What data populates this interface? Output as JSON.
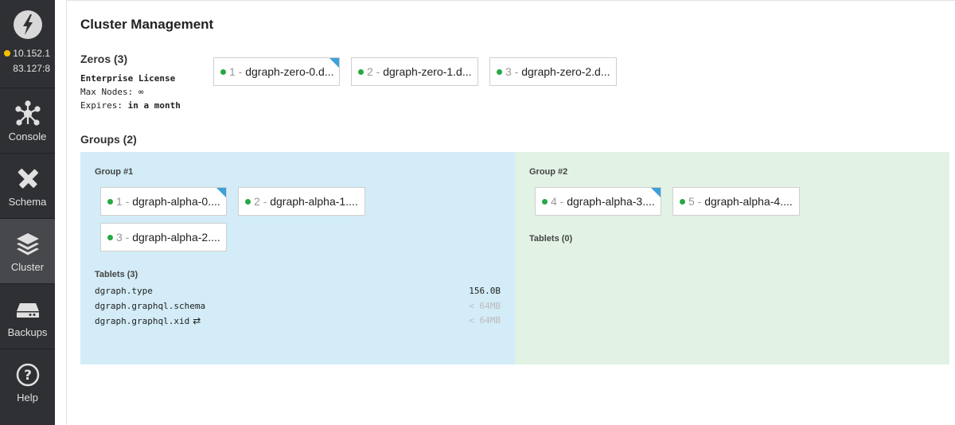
{
  "sidebar": {
    "server_line1": "10.152.1",
    "server_line2": "83.127:8",
    "status_color": "#f5c000",
    "items": [
      {
        "label": "Console",
        "icon": "network-icon"
      },
      {
        "label": "Schema",
        "icon": "pencil-ruler-icon"
      },
      {
        "label": "Cluster",
        "icon": "layers-icon"
      },
      {
        "label": "Backups",
        "icon": "drive-icon"
      },
      {
        "label": "Help",
        "icon": "help-icon"
      }
    ]
  },
  "page": {
    "title": "Cluster Management"
  },
  "zeros": {
    "title": "Zeros (3)",
    "license_title": "Enterprise License",
    "max_nodes_label": "Max Nodes:",
    "max_nodes_value": "∞",
    "expires_label": "Expires:",
    "expires_value": "in a month",
    "nodes": [
      {
        "num": "1 -",
        "name": "dgraph-zero-0.d...",
        "leader": true
      },
      {
        "num": "2 -",
        "name": "dgraph-zero-1.d...",
        "leader": false
      },
      {
        "num": "3 -",
        "name": "dgraph-zero-2.d...",
        "leader": false
      }
    ]
  },
  "groups": {
    "title": "Groups (2)",
    "items": [
      {
        "title": "Group #1",
        "color": "#d3ecf7",
        "nodes": [
          {
            "num": "1 -",
            "name": "dgraph-alpha-0....",
            "leader": true
          },
          {
            "num": "2 -",
            "name": "dgraph-alpha-1....",
            "leader": false
          },
          {
            "num": "3 -",
            "name": "dgraph-alpha-2....",
            "leader": false
          }
        ],
        "tablets_title": "Tablets (3)",
        "tablets": [
          {
            "name": "dgraph.type",
            "size": "156.0B"
          },
          {
            "name": "dgraph.graphql.schema",
            "size": "< 64MB"
          },
          {
            "name": "dgraph.graphql.xid",
            "size": "< 64MB",
            "move_icon": "⇄"
          }
        ]
      },
      {
        "title": "Group #2",
        "color": "#e2f3e5",
        "nodes": [
          {
            "num": "4 -",
            "name": "dgraph-alpha-3....",
            "leader": true
          },
          {
            "num": "5 -",
            "name": "dgraph-alpha-4....",
            "leader": false
          }
        ],
        "tablets_title": "Tablets (0)",
        "tablets": []
      }
    ]
  },
  "colors": {
    "sidebar_bg": "#2f3033",
    "sidebar_active": "#47484c",
    "healthy_dot": "#27a844",
    "leader_corner": "#3ea0d8"
  }
}
